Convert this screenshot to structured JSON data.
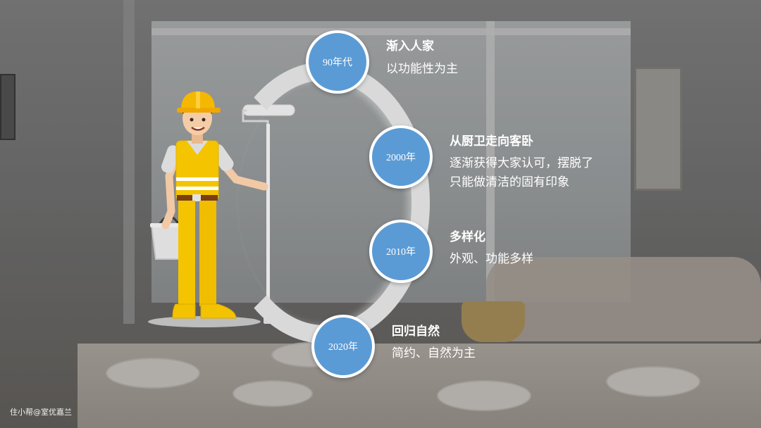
{
  "timeline": [
    {
      "year": "90年代",
      "title": "渐入人家",
      "desc": [
        "以功能性为主"
      ]
    },
    {
      "year": "2000年",
      "title": "从厨卫走向客卧",
      "desc": [
        "逐渐获得大家认可，摆脱了",
        "只能做清洁的固有印象"
      ]
    },
    {
      "year": "2010年",
      "title": "多样化",
      "desc": [
        "外观、功能多样"
      ]
    },
    {
      "year": "2020年",
      "title": "回归自然",
      "desc": [
        "简约、自然为主"
      ]
    }
  ],
  "watermark": "住小帮@室优嘉兰",
  "colors": {
    "node": "#5b9bd5",
    "arc": "#d9d9d9",
    "helmet": "#f5b800",
    "vest": "#f5c400"
  },
  "illustration": {
    "figure": "painter-worker-illustration",
    "tools": [
      "paint-roller-icon",
      "paint-bucket-icon"
    ]
  }
}
